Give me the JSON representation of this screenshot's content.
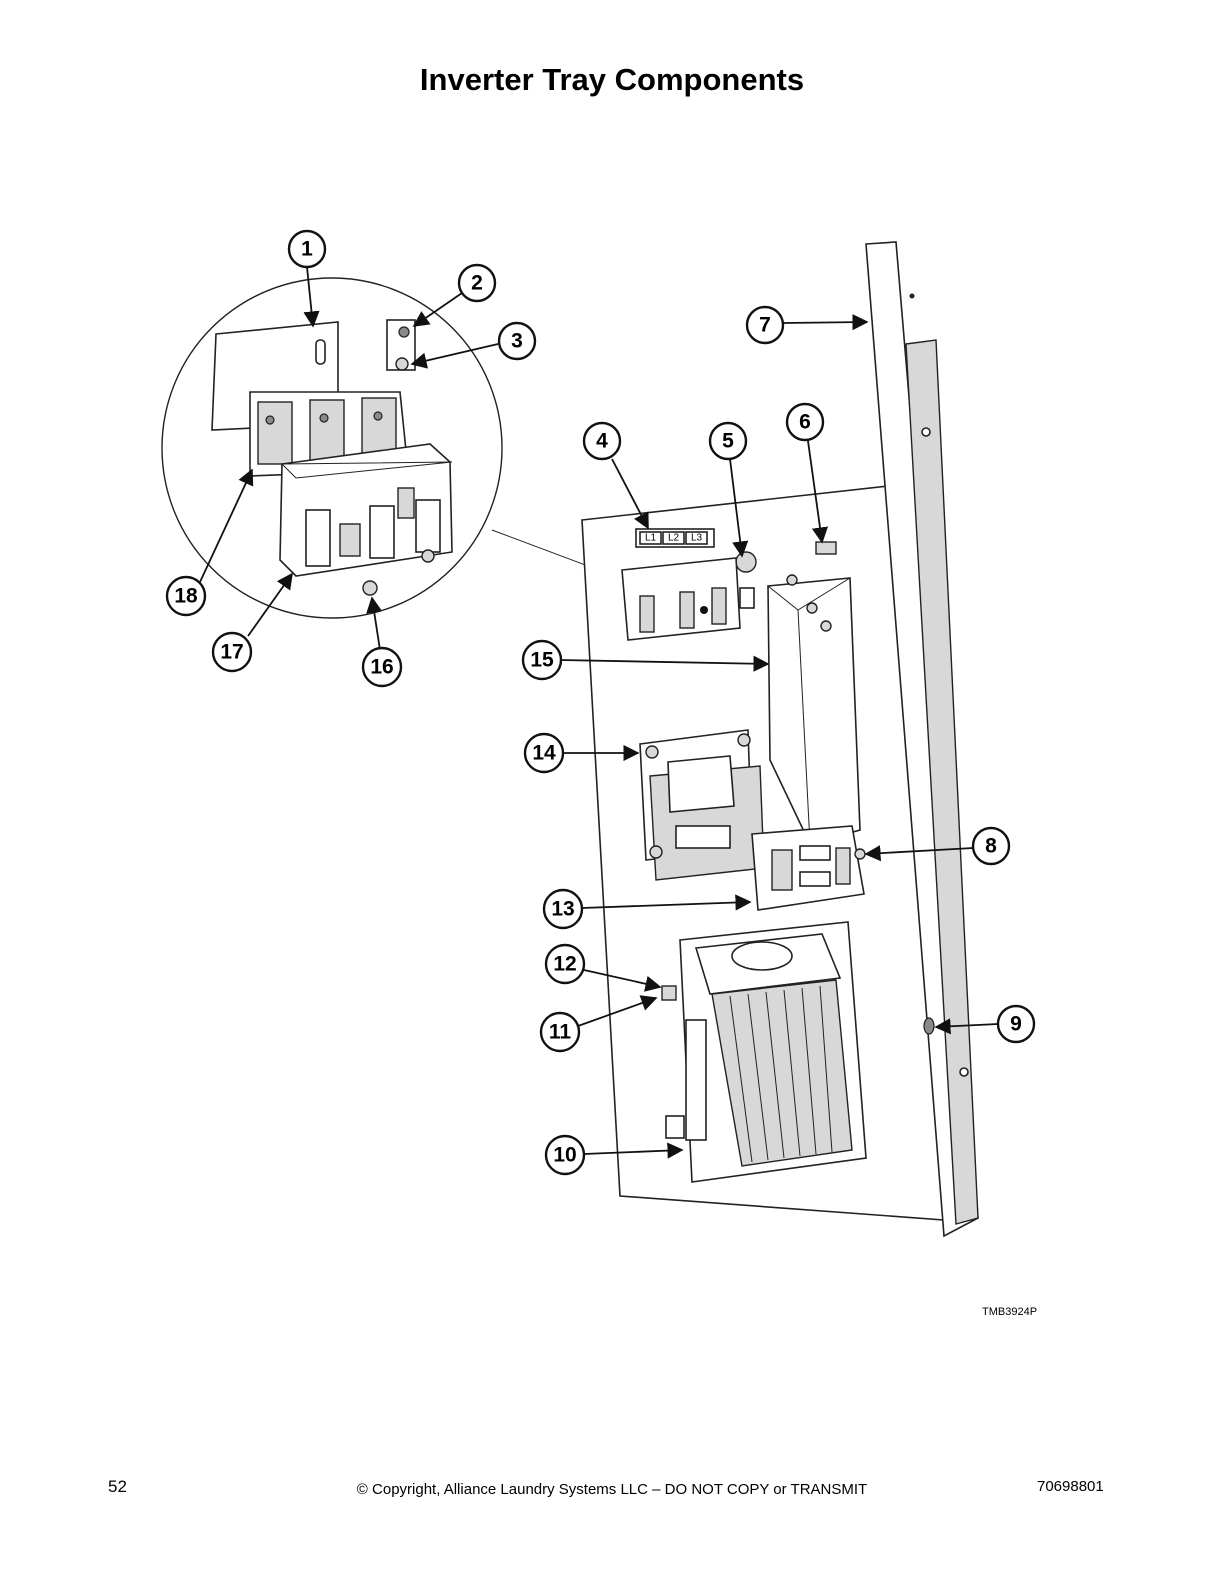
{
  "title": "Inverter Tray Components",
  "drawing_code": "TMB3924P",
  "callouts": [
    "1",
    "2",
    "3",
    "4",
    "5",
    "6",
    "7",
    "8",
    "9",
    "10",
    "11",
    "12",
    "13",
    "14",
    "15",
    "16",
    "17",
    "18"
  ],
  "terminal_labels": [
    "L1",
    "L2",
    "L3"
  ],
  "footer": {
    "page_number": "52",
    "copyright": "© Copyright, Alliance Laundry Systems LLC – DO NOT COPY or TRANSMIT",
    "document_number": "70698801"
  }
}
